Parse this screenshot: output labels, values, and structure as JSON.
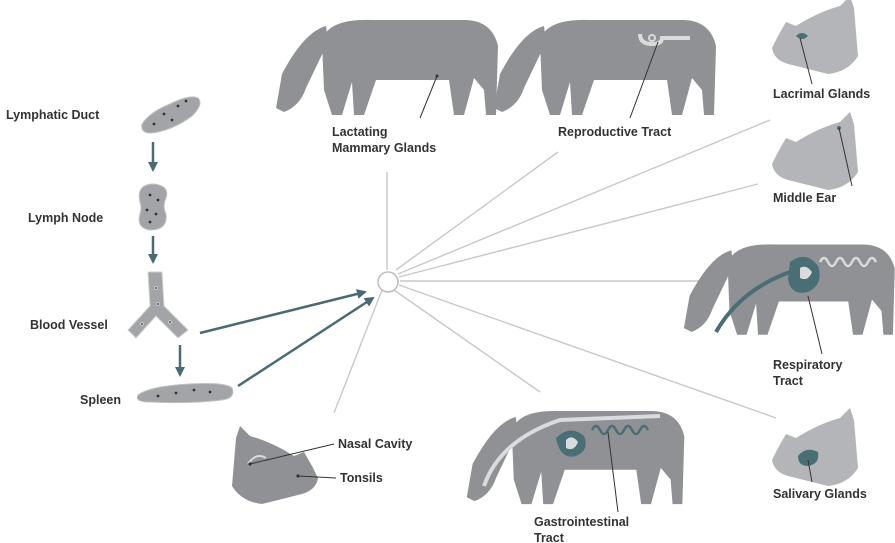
{
  "colors": {
    "cow_body": "#8f9194",
    "head_light": "#b3b5b8",
    "organ_teal": "#4a6e76",
    "organ_light": "#d8dcdd",
    "arrow": "#4a6a74",
    "spoke_line": "#c8c8c8",
    "label": "#333333"
  },
  "pathway": {
    "lymphatic_duct": "Lymphatic Duct",
    "lymph_node": "Lymph Node",
    "blood_vessel": "Blood Vessel",
    "spleen": "Spleen"
  },
  "targets": {
    "mammary_line1": "Lactating",
    "mammary_line2": "Mammary Glands",
    "reproductive": "Reproductive Tract",
    "lacrimal": "Lacrimal Glands",
    "middle_ear": "Middle Ear",
    "respiratory_line1": "Respiratory",
    "respiratory_line2": "Tract",
    "salivary": "Salivary Glands",
    "gi_line1": "Gastrointestinal",
    "gi_line2": "Tract",
    "nasal": "Nasal Cavity",
    "tonsils": "Tonsils"
  }
}
